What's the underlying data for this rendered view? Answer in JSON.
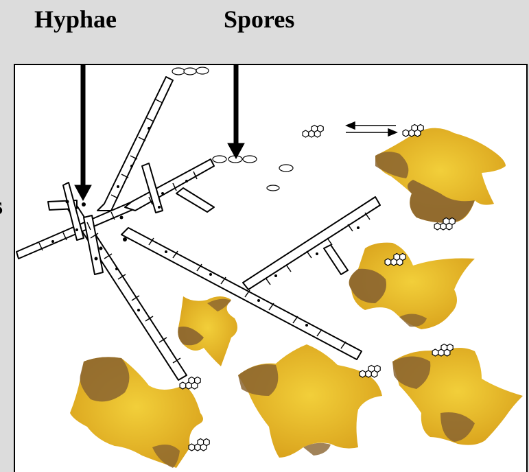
{
  "labels": {
    "hyphae": "Hyphae",
    "spores": "Spores",
    "left_cut": "s"
  },
  "colors": {
    "background": "#dcdcdc",
    "panel": "#ffffff",
    "particle_yellow": "#e3b21f",
    "particle_brown": "#8a6430",
    "outline": "#000000"
  },
  "icons": {
    "pah": "polycyclic-aromatic-molecule-icon",
    "equilibrium": "equilibrium-arrows-icon"
  }
}
